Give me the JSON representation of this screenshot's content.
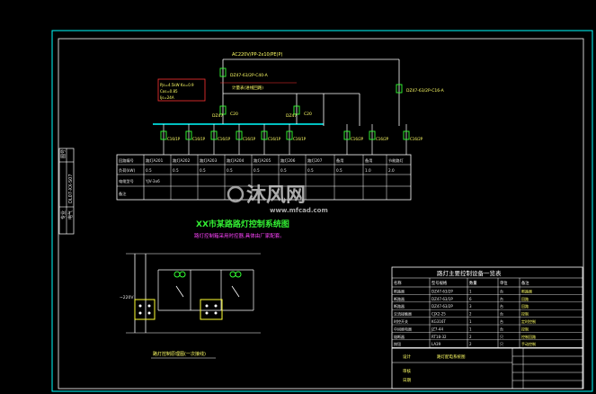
{
  "drawing": {
    "incoming_label": "AC220V/PP-2x10/PE(P)",
    "incoming_spec": "DZ47-63/2P-C40-A",
    "meter_label": "计量表(进线回路)",
    "right_breaker_spec": "DZ47-63/2P-C16-A",
    "param_box": [
      "Pjs=4.5kW Kx=0.9",
      "Cos=0.85",
      "Ijs=24A"
    ],
    "breaker_groups": [
      {
        "label": "DZ47",
        "spec": "C20"
      },
      {
        "label": "DZ47",
        "spec": "C20"
      }
    ],
    "branch_breakers": [
      "C16/1P",
      "C16/1P",
      "C16/1P",
      "C16/1P",
      "C16/1P",
      "C16/1P",
      "C16/2P",
      "C16/2P",
      "C16/2P"
    ],
    "table_rows": [
      [
        "回路编号",
        "路灯A201",
        "路灯A202",
        "路灯A203",
        "路灯A204",
        "路灯A205",
        "路灯206",
        "路灯207",
        "备用",
        "备用",
        "节能路灯"
      ],
      [
        "负荷(kW)",
        "0.5",
        "0.5",
        "0.5",
        "0.5",
        "0.5",
        "0.5",
        "0.5",
        "0.5",
        "1.0",
        "2.0"
      ],
      [
        "电缆型号",
        "YJV-3x6",
        "",
        "",
        "",
        "",
        "",
        "",
        "",
        "",
        ""
      ],
      [
        "备注",
        "",
        "",
        "",
        "",
        "",
        "",
        "",
        "",
        "",
        ""
      ]
    ],
    "title": "XX市某路路灯控制系统图",
    "subtitle": "路灯控制箱采用时控器,具体由厂家配套。",
    "equipment_title": "路灯主要控制设备一览表",
    "equipment_rows": [
      [
        "断路器",
        "DZ47-63/2P",
        "1",
        "台",
        "断路器"
      ],
      [
        "断路器",
        "DZ47-63/1P",
        "6",
        "台",
        "回路"
      ],
      [
        "断路器",
        "DZ47-63/2P",
        "3",
        "台",
        "回路"
      ],
      [
        "交流接触器",
        "CJX2-25",
        "2",
        "台",
        "控制"
      ],
      [
        "时控开关",
        "KG316T",
        "1",
        "台",
        "定时控制"
      ],
      [
        "中间继电器",
        "JZ7-44",
        "1",
        "台",
        "控制"
      ],
      [
        "熔断器",
        "RT18-32",
        "2",
        "只",
        "控制回路"
      ],
      [
        "按钮",
        "LA39",
        "2",
        "只",
        "手动控制"
      ]
    ],
    "equipment_header": [
      "名称",
      "型号规格",
      "数量",
      "单位",
      "备注"
    ],
    "control_caption": "路灯控制原理图(一次接线)",
    "control_voltage": "~220V",
    "title_block": [
      "设计",
      "审核",
      "日期"
    ],
    "left_strip": [
      "图号",
      "DL07-XX-S07",
      "专业",
      "电气"
    ],
    "watermark_text": "沐风网",
    "watermark_url": "www.mfcad.com",
    "sheet_note": "路灯配电系统图"
  },
  "colors": {
    "frame": "#00ffff",
    "bus": "#00ffff",
    "wire_white": "#ffffff",
    "breaker_green": "#33ff33",
    "magenta": "#ff33ff",
    "red": "#ff3333",
    "yellow": "#ffff33",
    "blue": "#3366ff"
  }
}
